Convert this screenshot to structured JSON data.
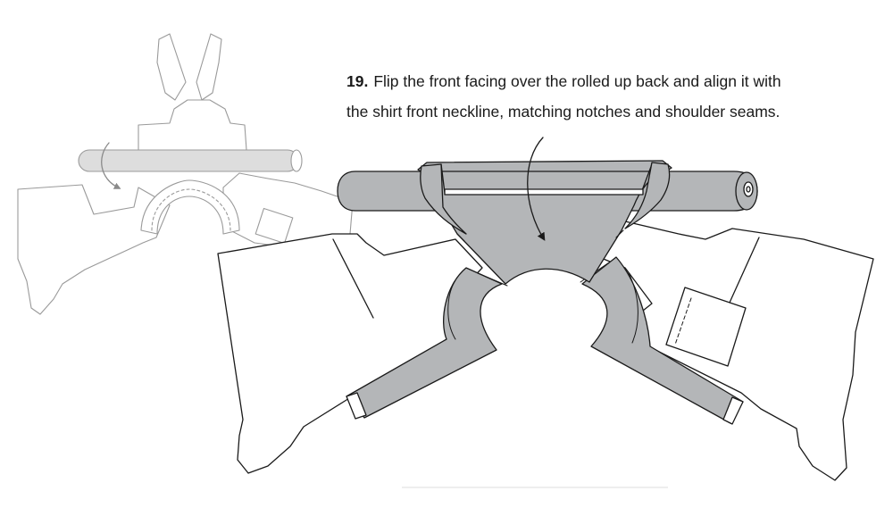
{
  "instruction": {
    "step_number": "19.",
    "line1": "Flip the front facing over the rolled up back and align it with",
    "line2": "the shirt front neckline, matching notches and shoulder seams."
  },
  "colors": {
    "line": "#1a1a1a",
    "fabric_gray": "#b4b6b8",
    "ghost_line": "#9a9a9a",
    "ghost_fill": "#dddddd"
  },
  "icons": {
    "flip_arrow": "curved-arrow",
    "prior_step_arrow": "curved-arrow"
  }
}
